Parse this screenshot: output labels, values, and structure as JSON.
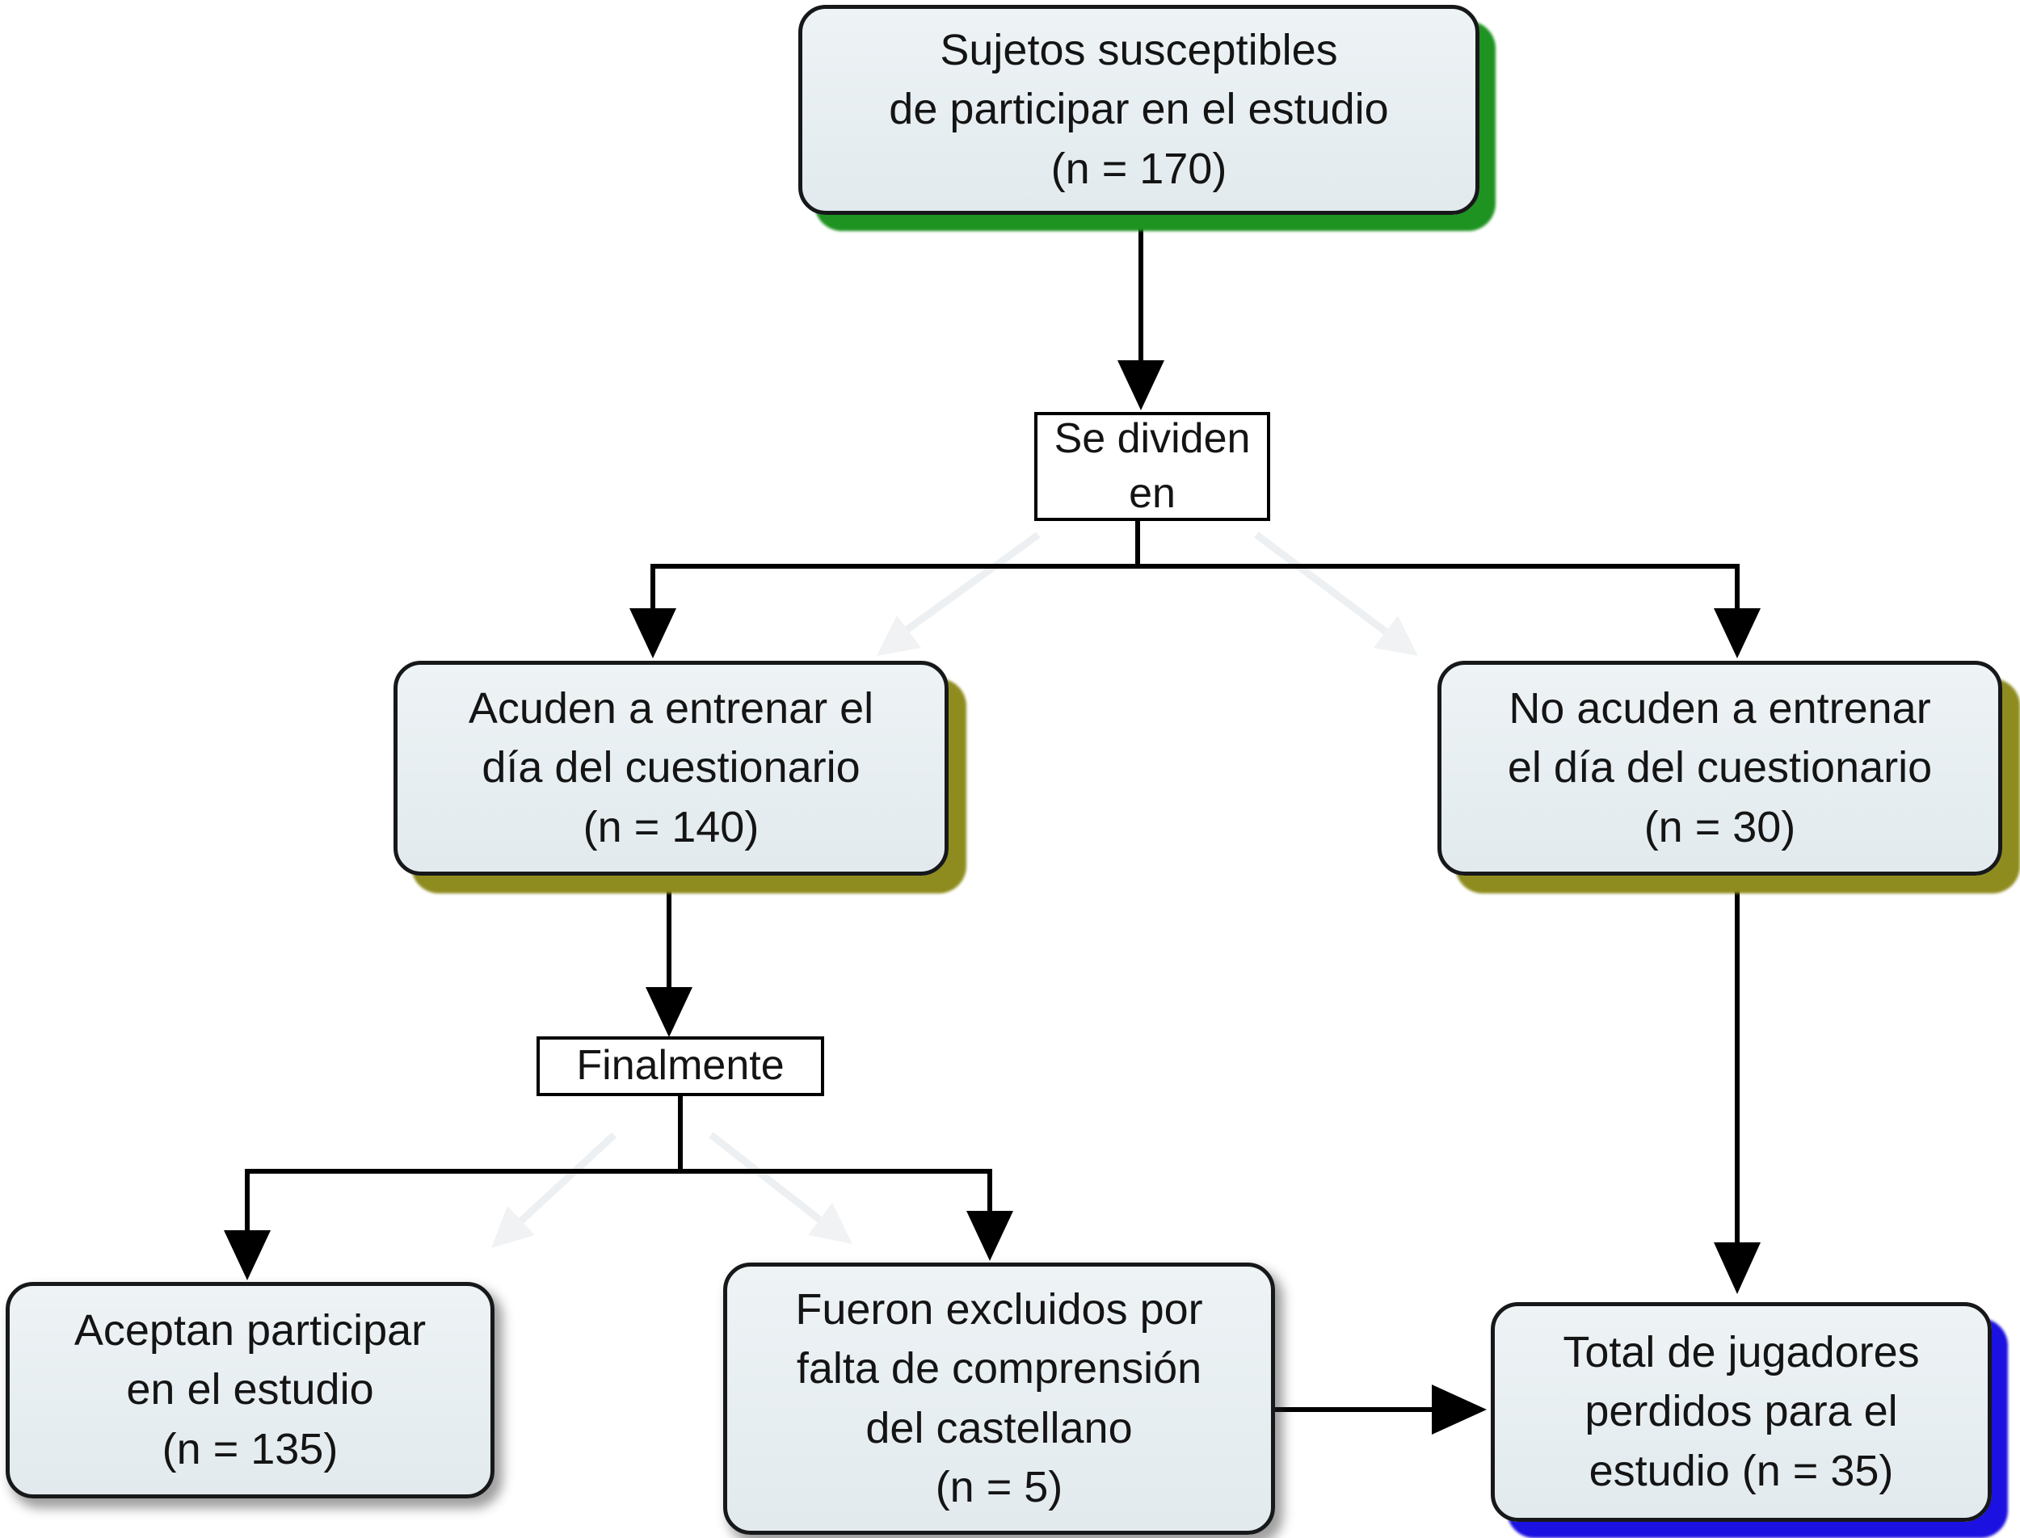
{
  "diagram": {
    "type": "study-flowchart",
    "language": "es",
    "nodes": {
      "start": {
        "lines": [
          "Sujetos susceptibles",
          "de participar en el estudio",
          "(n = 170)"
        ],
        "n": 170,
        "shadow_color": "#1f9321"
      },
      "divide": {
        "lines": [
          "Se dividen",
          "en"
        ]
      },
      "attend": {
        "lines": [
          "Acuden a entrenar el",
          "día del cuestionario",
          "(n = 140)"
        ],
        "n": 140,
        "shadow_color": "#8f8c1f"
      },
      "noattend": {
        "lines": [
          "No acuden a entrenar",
          "el día del cuestionario",
          "(n = 30)"
        ],
        "n": 30,
        "shadow_color": "#8f8c1f"
      },
      "finally": {
        "lines": [
          "Finalmente"
        ]
      },
      "accept": {
        "lines": [
          "Aceptan participar",
          "en el estudio",
          "(n = 135)"
        ],
        "n": 135
      },
      "excluded": {
        "lines": [
          "Fueron excluidos por",
          "falta de comprensión",
          "del castellano",
          "(n = 5)"
        ],
        "n": 5
      },
      "total": {
        "lines": [
          "Total de jugadores",
          "perdidos para el",
          "estudio (n = 35)"
        ],
        "n": 35,
        "shadow_color": "#1b11e0"
      }
    },
    "edges": [
      {
        "from": "start",
        "to": "divide"
      },
      {
        "from": "divide",
        "to": "attend"
      },
      {
        "from": "divide",
        "to": "noattend"
      },
      {
        "from": "attend",
        "to": "finally"
      },
      {
        "from": "finally",
        "to": "accept"
      },
      {
        "from": "finally",
        "to": "excluded"
      },
      {
        "from": "excluded",
        "to": "total"
      },
      {
        "from": "noattend",
        "to": "total"
      }
    ],
    "colors": {
      "background": "#ffffff",
      "box_fill": "#e8eef1",
      "box_border": "#17181a",
      "connector": "#000000",
      "shadow_green": "#1f9321",
      "shadow_olive": "#8f8c1f",
      "shadow_blue": "#1b11e0",
      "ghost_arrow": "#edf0f2"
    }
  }
}
